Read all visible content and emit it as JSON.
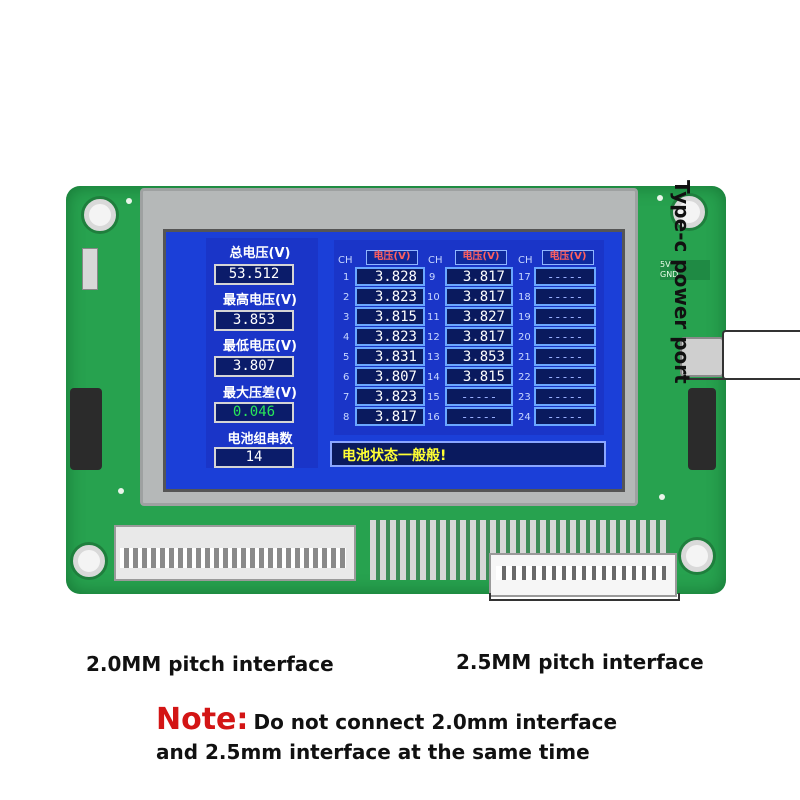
{
  "device": {
    "left_panel": [
      {
        "label": "总电压(V)",
        "value": "53.512"
      },
      {
        "label": "最高电压(V)",
        "value": "3.853"
      },
      {
        "label": "最低电压(V)",
        "value": "3.807"
      },
      {
        "label": "最大压差(V)",
        "value": "0.046"
      },
      {
        "label": "电池组串数",
        "value": "14"
      }
    ],
    "table": {
      "ch_label": "CH",
      "header_label": "电压(V)",
      "col1": [
        {
          "ch": "1",
          "value": "3.828"
        },
        {
          "ch": "2",
          "value": "3.823"
        },
        {
          "ch": "3",
          "value": "3.815"
        },
        {
          "ch": "4",
          "value": "3.823"
        },
        {
          "ch": "5",
          "value": "3.831"
        },
        {
          "ch": "6",
          "value": "3.807"
        },
        {
          "ch": "7",
          "value": "3.823"
        },
        {
          "ch": "8",
          "value": "3.817"
        }
      ],
      "col2": [
        {
          "ch": "9",
          "value": "3.817"
        },
        {
          "ch": "10",
          "value": "3.817"
        },
        {
          "ch": "11",
          "value": "3.827"
        },
        {
          "ch": "12",
          "value": "3.817"
        },
        {
          "ch": "13",
          "value": "3.853"
        },
        {
          "ch": "14",
          "value": "3.815"
        },
        {
          "ch": "15",
          "value": "-----"
        },
        {
          "ch": "16",
          "value": "-----"
        }
      ],
      "col3": [
        {
          "ch": "17",
          "value": "-----"
        },
        {
          "ch": "18",
          "value": "-----"
        },
        {
          "ch": "19",
          "value": "-----"
        },
        {
          "ch": "20",
          "value": "-----"
        },
        {
          "ch": "21",
          "value": "-----"
        },
        {
          "ch": "22",
          "value": "-----"
        },
        {
          "ch": "23",
          "value": "-----"
        },
        {
          "ch": "24",
          "value": "-----"
        }
      ]
    },
    "status_text": "电池状态一般般!",
    "board_marks": [
      "5V",
      "GND"
    ]
  },
  "captions": {
    "typec": "Type-c power port",
    "pitch_20": "2.0MM pitch interface",
    "pitch_25": "2.5MM pitch interface",
    "note_title": "Note:",
    "note_line1": "Do not connect 2.0mm interface",
    "note_line2": "and 2.5mm interface at the same time"
  },
  "colors": {
    "pcb": "#27a24f",
    "screen": "#1b3fd8",
    "note": "#d31515"
  }
}
